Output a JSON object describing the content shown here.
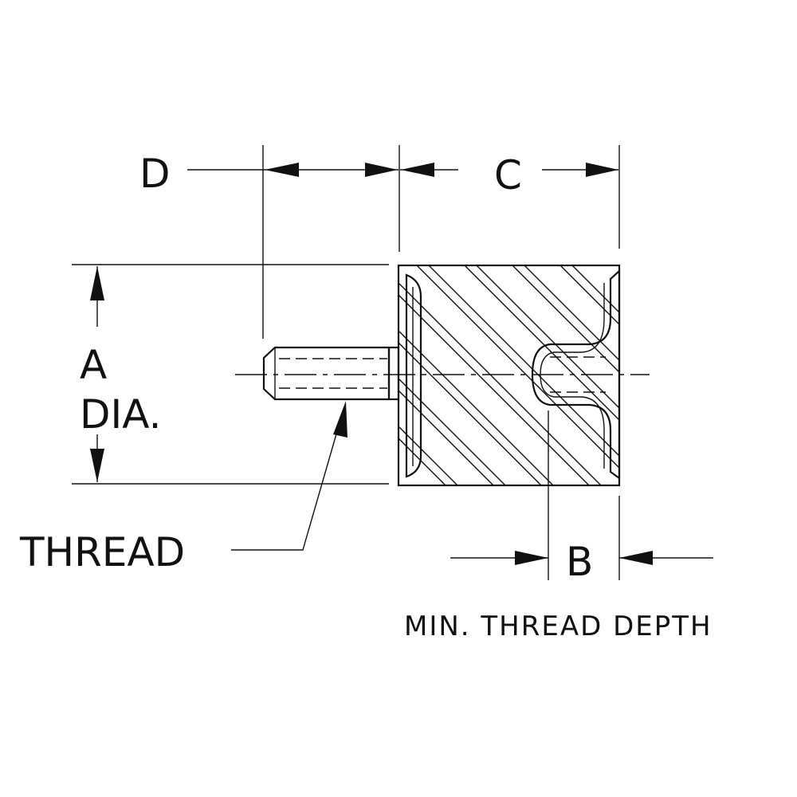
{
  "labels": {
    "d": "D",
    "c": "C",
    "a": "A",
    "dia": "DIA.",
    "thread": "THREAD",
    "b": "B",
    "min_thread_depth": "MIN. THREAD DEPTH"
  }
}
